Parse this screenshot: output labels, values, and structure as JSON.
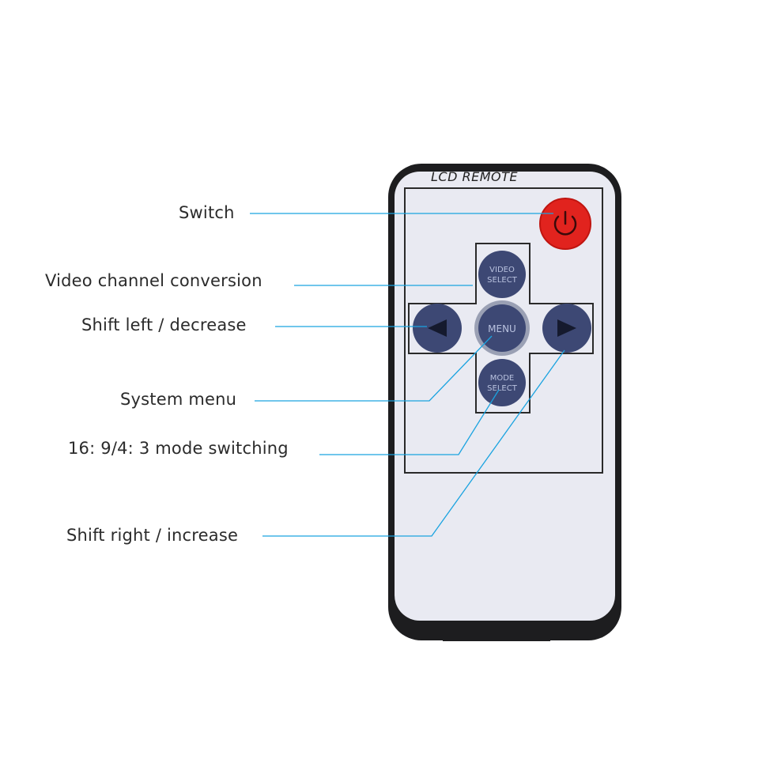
{
  "remote": {
    "title": "LCD REMOTE",
    "buttons": {
      "power": {
        "icon": "power-icon",
        "color": "#e1231e"
      },
      "video_select": {
        "line1": "VIDEO",
        "line2": "SELECT"
      },
      "menu": {
        "label": "MENU"
      },
      "mode_select": {
        "line1": "MODE",
        "line2": "SELECT"
      },
      "left": {
        "icon": "arrow-left-icon"
      },
      "right": {
        "icon": "arrow-right-icon"
      }
    },
    "body_color": "#e9eaf2",
    "button_color": "#3d4874"
  },
  "callouts": [
    {
      "label": "Switch"
    },
    {
      "label": "Video channel conversion"
    },
    {
      "label": "Shift left / decrease"
    },
    {
      "label": "System menu"
    },
    {
      "label": "16: 9/4: 3 mode switching"
    },
    {
      "label": "Shift right / increase"
    }
  ],
  "line_color": "#1aa3e0"
}
